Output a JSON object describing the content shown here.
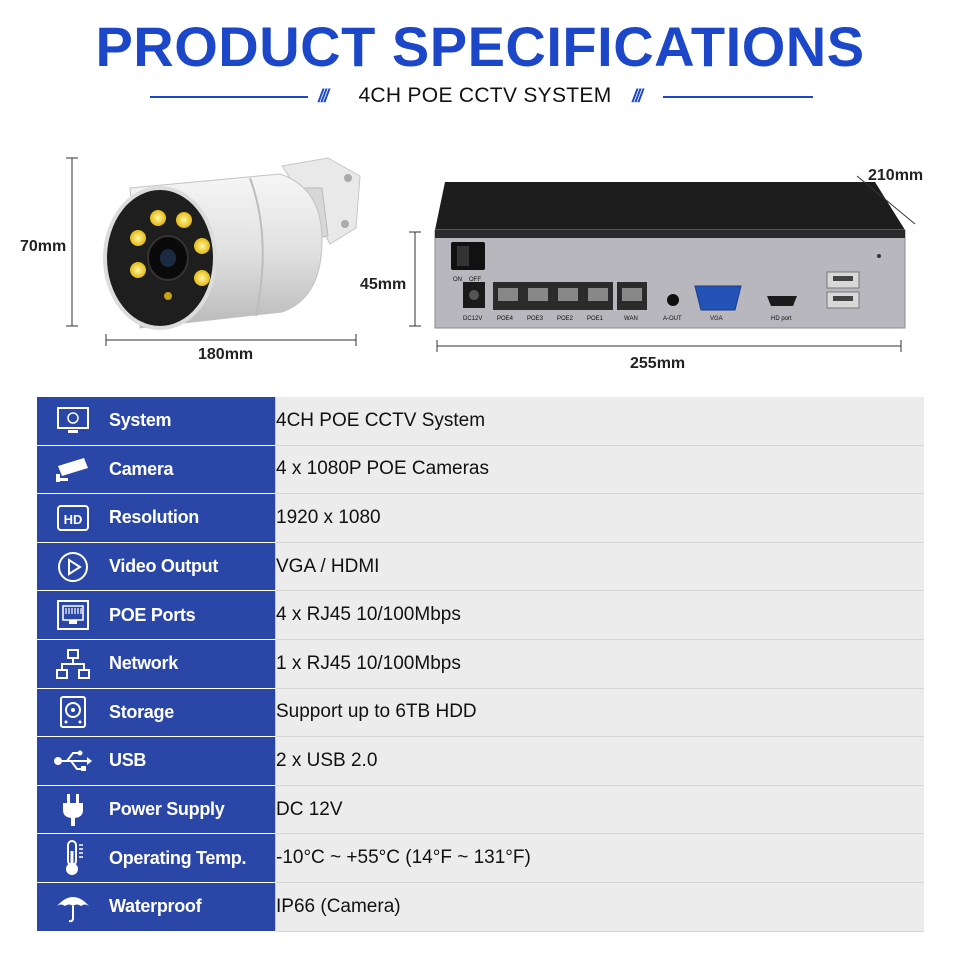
{
  "header": {
    "title": "PRODUCT SPECIFICATIONS",
    "subtitle": "4CH POE CCTV SYSTEM",
    "slash_glyph": "///"
  },
  "dimensions": {
    "camera_height": "70mm",
    "camera_length": "180mm",
    "nvr_height": "45mm",
    "nvr_width": "255mm",
    "nvr_depth": "210mm"
  },
  "nvr_labels": {
    "on": "ON",
    "off": "OFF",
    "dc": "DC12V",
    "poe4": "POE4",
    "poe3": "POE3",
    "poe2": "POE2",
    "poe1": "POE1",
    "wan": "WAN",
    "aout": "A-OUT",
    "vga": "VGA",
    "hd": "HD port"
  },
  "specs": [
    {
      "icon": "monitor-icon",
      "label": "System",
      "value": "4CH POE CCTV System"
    },
    {
      "icon": "camera-icon",
      "label": "Camera",
      "value": "4 x 1080P POE Cameras"
    },
    {
      "icon": "hd-icon",
      "label": "Resolution",
      "value": "1920 x 1080"
    },
    {
      "icon": "play-icon",
      "label": "Video Output",
      "value": "VGA / HDMI"
    },
    {
      "icon": "ethernet-port-icon",
      "label": "POE Ports",
      "value": "4 x RJ45 10/100Mbps"
    },
    {
      "icon": "network-icon",
      "label": "Network",
      "value": "1 x RJ45 10/100Mbps"
    },
    {
      "icon": "hard-drive-icon",
      "label": "Storage",
      "value": "Support up to 6TB HDD"
    },
    {
      "icon": "usb-icon",
      "label": "USB",
      "value": "2 x USB 2.0"
    },
    {
      "icon": "power-plug-icon",
      "label": "Power Supply",
      "value": "DC 12V"
    },
    {
      "icon": "thermometer-icon",
      "label": "Operating Temp.",
      "value": "-10°C ~ +55°C (14°F ~ 131°F)"
    },
    {
      "icon": "umbrella-icon",
      "label": "Waterproof",
      "value": "IP66 (Camera)"
    }
  ],
  "colors": {
    "brand_blue": "#1c47c9",
    "label_blue": "#2a46a6",
    "value_bg": "#ececec"
  }
}
